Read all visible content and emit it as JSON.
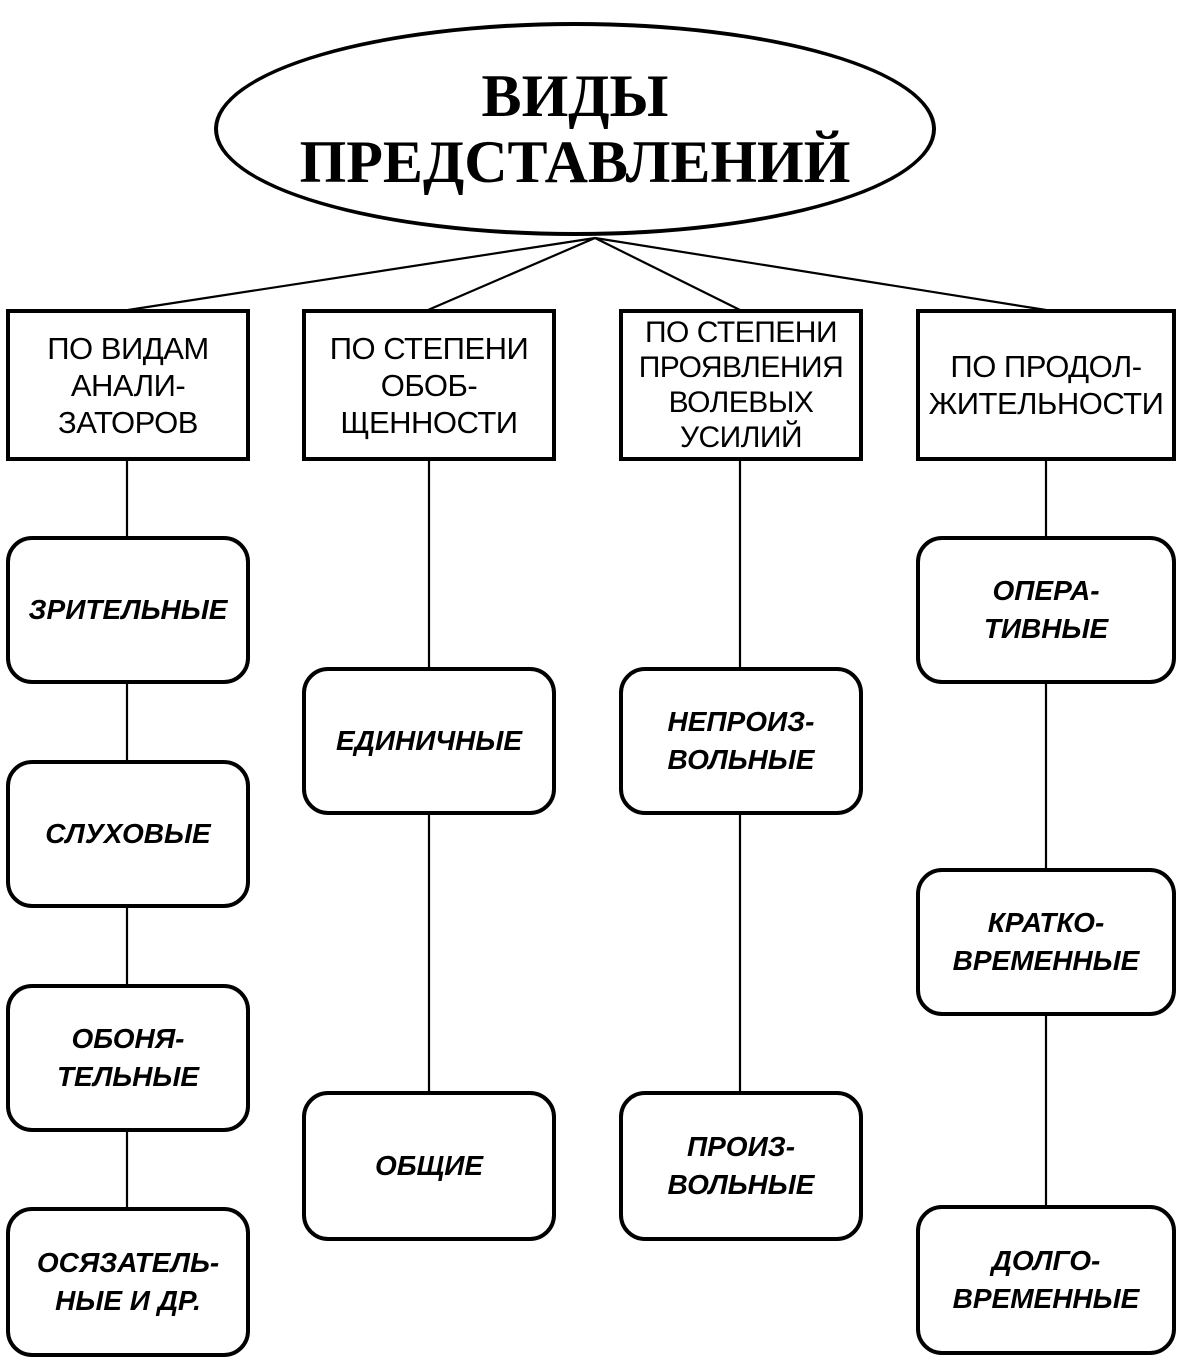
{
  "title": {
    "line1": "ВИДЫ",
    "line2": "ПРЕДСТАВЛЕНИЙ"
  },
  "categories": [
    {
      "lines": [
        "ПО ВИДАМ",
        "АНАЛИ-",
        "ЗАТОРОВ"
      ],
      "children": [
        {
          "lines": [
            "ЗРИТЕЛЬНЫЕ"
          ]
        },
        {
          "lines": [
            "СЛУХОВЫЕ"
          ]
        },
        {
          "lines": [
            "ОБОНЯ-",
            "ТЕЛЬНЫЕ"
          ]
        },
        {
          "lines": [
            "ОСЯЗАТЕЛЬ-",
            "НЫЕ И ДР."
          ]
        }
      ]
    },
    {
      "lines": [
        "ПО СТЕПЕНИ",
        "ОБОБ-",
        "ЩЕННОСТИ"
      ],
      "children": [
        {
          "lines": [
            "ЕДИНИЧНЫЕ"
          ]
        },
        {
          "lines": [
            "ОБЩИЕ"
          ]
        }
      ]
    },
    {
      "lines": [
        "ПО СТЕПЕНИ",
        "ПРОЯВЛЕНИЯ",
        "ВОЛЕВЫХ",
        "УСИЛИЙ"
      ],
      "children": [
        {
          "lines": [
            "НЕПРОИЗ-",
            "ВОЛЬНЫЕ"
          ]
        },
        {
          "lines": [
            "ПРОИЗ-",
            "ВОЛЬНЫЕ"
          ]
        }
      ]
    },
    {
      "lines": [
        "ПО ПРОДОЛ-",
        "ЖИТЕЛЬНОСТИ"
      ],
      "children": [
        {
          "lines": [
            "ОПЕРА-",
            "ТИВНЫЕ"
          ]
        },
        {
          "lines": [
            "КРАТКО-",
            "ВРЕМЕННЫЕ"
          ]
        },
        {
          "lines": [
            "ДОЛГО-",
            "ВРЕМЕННЫЕ"
          ]
        }
      ]
    }
  ]
}
